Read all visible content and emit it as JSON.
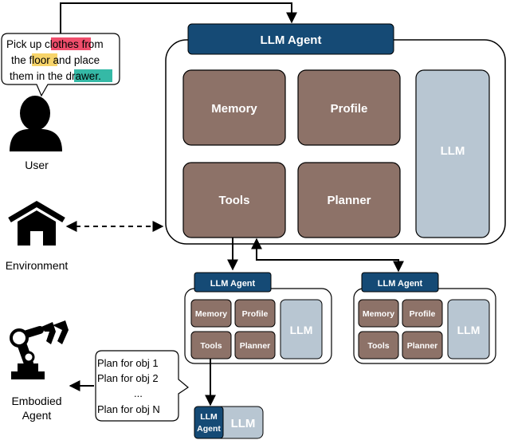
{
  "user_prompt": {
    "line1_a": "Pick up ",
    "line1_hl": "clothes",
    "line1_b": " from",
    "line2_a": "the ",
    "line2_hl": "floor",
    "line2_b": " and place",
    "line3_a": "them in the ",
    "line3_hl": "drawer",
    "line3_b": "."
  },
  "actors": {
    "user": "User",
    "environment": "Environment",
    "embodied_line1": "Embodied",
    "embodied_line2": "Agent"
  },
  "main_agent": {
    "title": "LLM Agent",
    "memory": "Memory",
    "profile": "Profile",
    "tools": "Tools",
    "planner": "Planner",
    "llm": "LLM"
  },
  "sub_agent": {
    "title": "LLM Agent",
    "memory": "Memory",
    "profile": "Profile",
    "tools": "Tools",
    "planner": "Planner",
    "llm": "LLM"
  },
  "small_agent": {
    "line1": "LLM",
    "line2": "Agent",
    "llm": "LLM"
  },
  "plans": {
    "p1": "Plan for obj 1",
    "p2": "Plan for obj 2",
    "ellipsis": "...",
    "pn": "Plan for obj N"
  },
  "colors": {
    "navy": "#154a75",
    "brown": "#8d7268",
    "llm_gray": "#b8c6d2",
    "highlight_red": "#f04e6c",
    "highlight_yellow": "#f7d46a",
    "highlight_teal": "#35b9a6"
  }
}
